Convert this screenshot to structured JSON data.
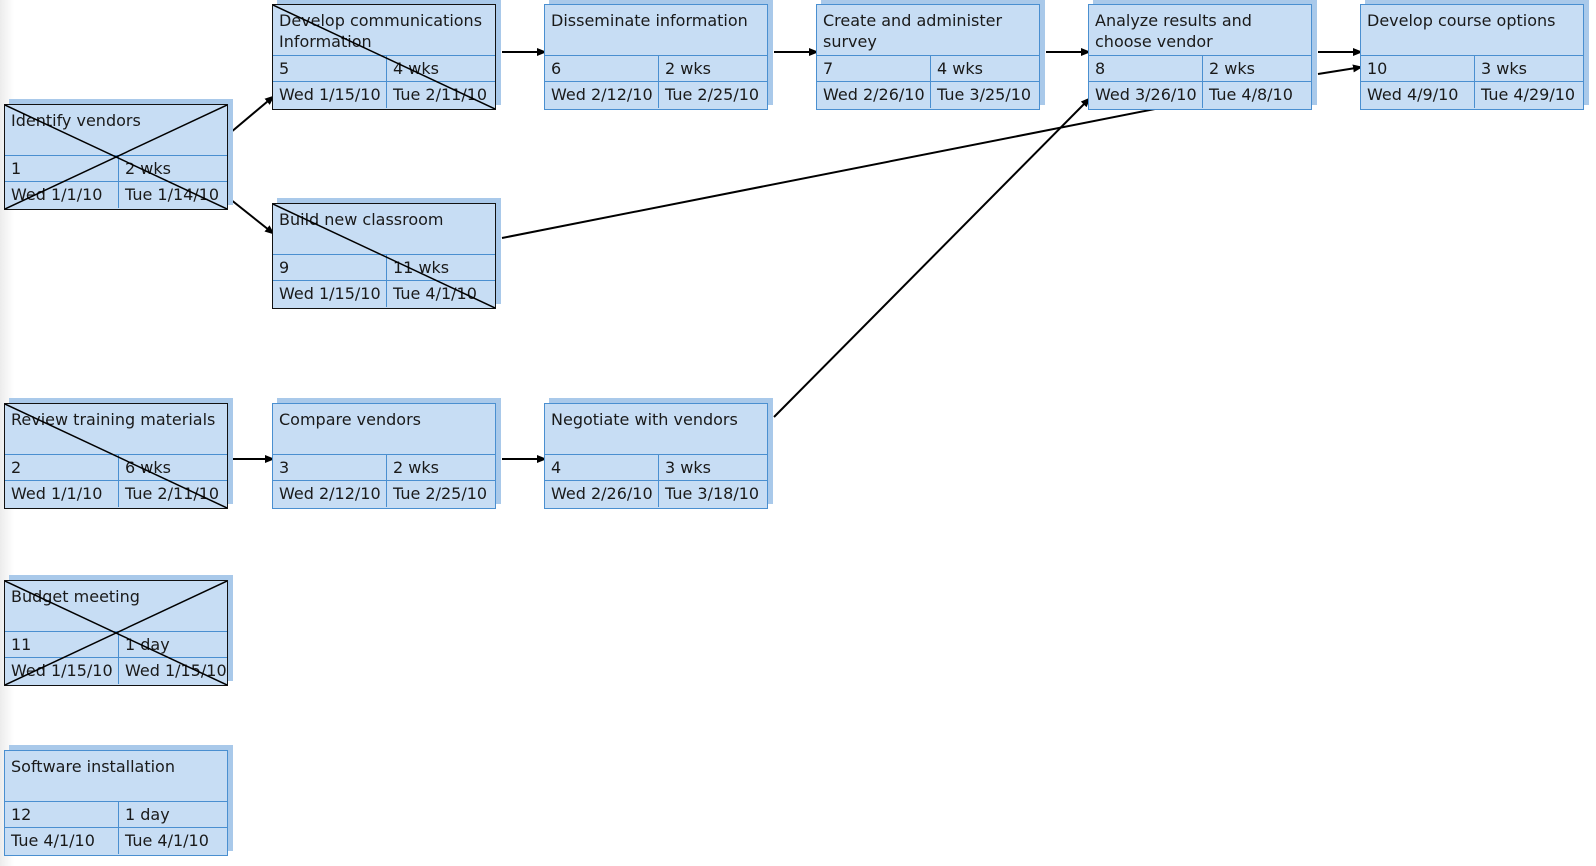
{
  "diagram": {
    "nodes": [
      {
        "key": "n1",
        "id": "1",
        "name": "Identify vendors",
        "duration": "2 wks",
        "start": "Wed 1/1/10",
        "finish": "Tue 1/14/10",
        "crossed": "x"
      },
      {
        "key": "n2",
        "id": "2",
        "name": "Review training materials",
        "duration": "6 wks",
        "start": "Wed 1/1/10",
        "finish": "Tue 2/11/10",
        "crossed": "half"
      },
      {
        "key": "n3",
        "id": "3",
        "name": "Compare vendors",
        "duration": "2 wks",
        "start": "Wed 2/12/10",
        "finish": "Tue 2/25/10",
        "crossed": "none"
      },
      {
        "key": "n4",
        "id": "4",
        "name": "Negotiate with vendors",
        "duration": "3 wks",
        "start": "Wed 2/26/10",
        "finish": "Tue 3/18/10",
        "crossed": "none"
      },
      {
        "key": "n5",
        "id": "5",
        "name": "Develop communications Information",
        "duration": "4 wks",
        "start": "Wed 1/15/10",
        "finish": "Tue 2/11/10",
        "crossed": "half"
      },
      {
        "key": "n6",
        "id": "6",
        "name": "Disseminate information",
        "duration": "2 wks",
        "start": "Wed 2/12/10",
        "finish": "Tue 2/25/10",
        "crossed": "none"
      },
      {
        "key": "n7",
        "id": "7",
        "name": "Create and administer survey",
        "duration": "4 wks",
        "start": "Wed 2/26/10",
        "finish": "Tue 3/25/10",
        "crossed": "none"
      },
      {
        "key": "n8",
        "id": "8",
        "name": "Analyze results and choose vendor",
        "duration": "2 wks",
        "start": "Wed 3/26/10",
        "finish": "Tue 4/8/10",
        "crossed": "none"
      },
      {
        "key": "n9",
        "id": "9",
        "name": "Build new classroom",
        "duration": "11 wks",
        "start": "Wed 1/15/10",
        "finish": "Tue 4/1/10",
        "crossed": "half"
      },
      {
        "key": "n10",
        "id": "10",
        "name": "Develop course options",
        "duration": "3 wks",
        "start": "Wed 4/9/10",
        "finish": "Tue 4/29/10",
        "crossed": "none"
      },
      {
        "key": "n11",
        "id": "11",
        "name": "Budget meeting",
        "duration": "1 day",
        "start": "Wed 1/15/10",
        "finish": "Wed 1/15/10",
        "crossed": "x"
      },
      {
        "key": "n12",
        "id": "12",
        "name": "Software installation",
        "duration": "1 day",
        "start": "Tue 4/1/10",
        "finish": "Tue 4/1/10",
        "crossed": "none"
      }
    ],
    "links": [
      [
        "n1",
        "n5"
      ],
      [
        "n1",
        "n9"
      ],
      [
        "n2",
        "n3"
      ],
      [
        "n3",
        "n4"
      ],
      [
        "n4",
        "n8"
      ],
      [
        "n5",
        "n6"
      ],
      [
        "n6",
        "n7"
      ],
      [
        "n7",
        "n8"
      ],
      [
        "n8",
        "n10"
      ],
      [
        "n9",
        "n10"
      ]
    ]
  },
  "style": {
    "box_fill": "#c7ddf4",
    "box_border": "#4a8fd0",
    "box_shadow": "#a9c9ea",
    "critical_border": "#111111",
    "arrow_color": "#000000"
  }
}
